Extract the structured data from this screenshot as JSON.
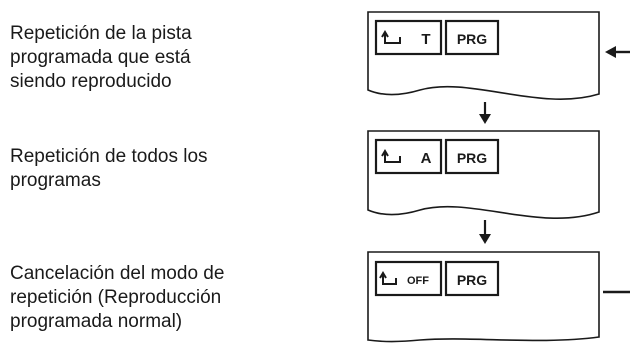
{
  "steps": [
    {
      "description": "Repetición de la pista\nprogramada que está\nsiendo reproducido",
      "repeat_indicator": "T",
      "program_indicator": "PRG"
    },
    {
      "description": "Repetición de todos los\nprogramas",
      "repeat_indicator": "A",
      "program_indicator": "PRG"
    },
    {
      "description": "Cancelación del modo de\nrepetición (Reproducción\nprogramada normal)",
      "repeat_indicator": "OFF",
      "program_indicator": "PRG"
    }
  ],
  "icons": {
    "repeat": "repeat-icon",
    "arrow_down": "arrow-down-icon",
    "arrow_left": "arrow-left-icon"
  }
}
